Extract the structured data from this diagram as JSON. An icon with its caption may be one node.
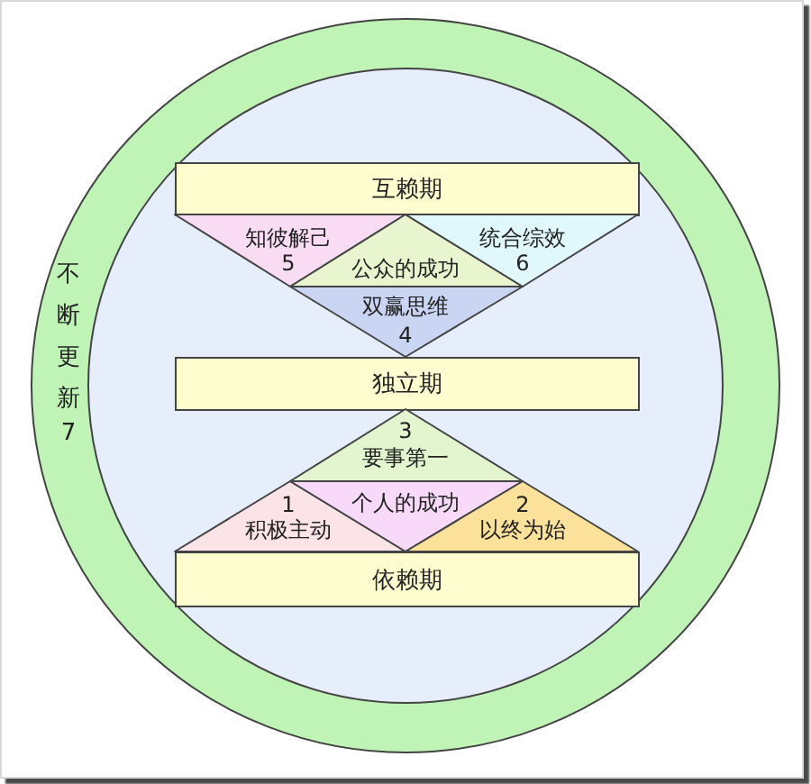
{
  "diagram": {
    "nodes": [
      {
        "text": [
          "不断更新",
          "7"
        ]
      },
      {
        "text": [
          "互赖期"
        ],
        "in": 0
      },
      {
        "text": [
          "知彼解己",
          "5"
        ],
        "in": 0
      },
      {
        "text": [
          "公众的成功"
        ],
        "in": 0
      },
      {
        "text": [
          "统合综效",
          "6"
        ],
        "in": 0
      },
      {
        "text": [
          "双赢思维",
          "4"
        ],
        "in": 0
      },
      {
        "text": [
          "独立期"
        ],
        "in": 0
      },
      {
        "text": [
          "3",
          "要事第一"
        ],
        "in": 0
      },
      {
        "text": [
          "1",
          "积极主动"
        ],
        "in": 0
      },
      {
        "text": [
          "个人的成功"
        ],
        "in": 0
      },
      {
        "text": [
          "2",
          "以终为始"
        ],
        "in": 0
      },
      {
        "text": [
          "依赖期"
        ],
        "in": 0
      }
    ]
  }
}
